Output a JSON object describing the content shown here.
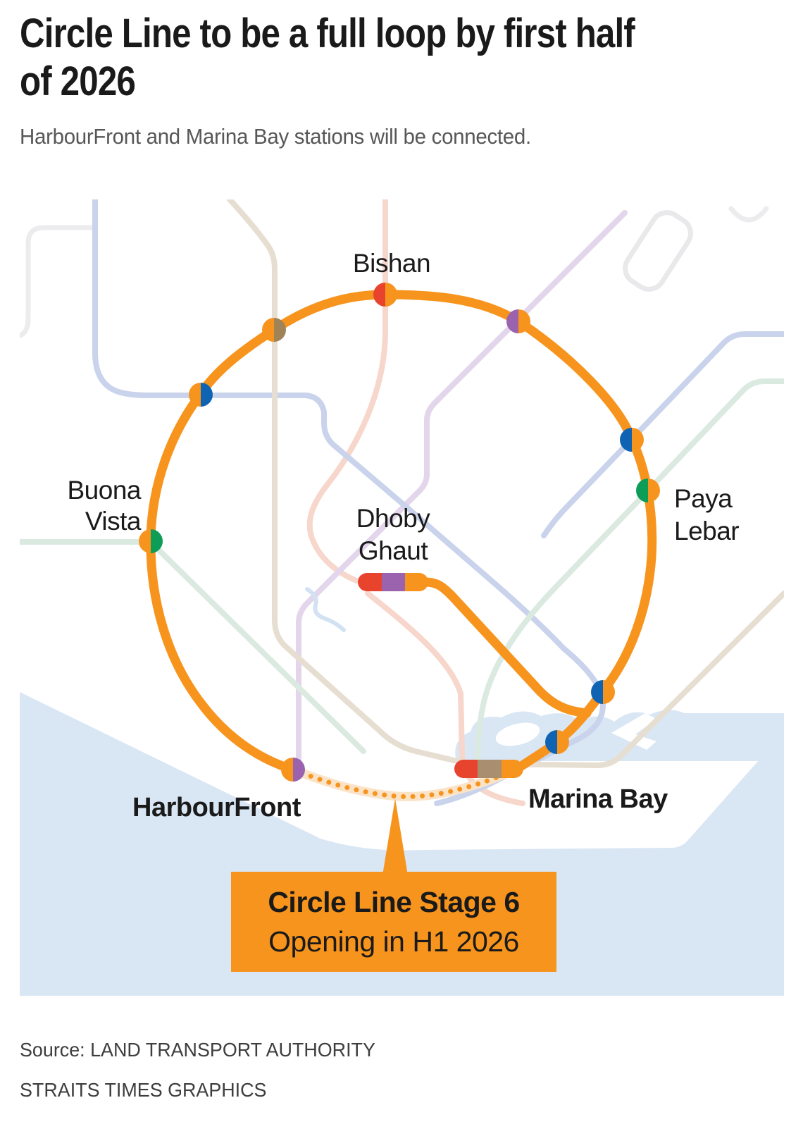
{
  "title": {
    "line1": "Circle Line to be a full loop by first half",
    "line2": "of 2026"
  },
  "subtitle": "HarbourFront and Marina Bay stations will be connected.",
  "map": {
    "stations": {
      "bishan": "Bishan",
      "buona_vista": {
        "line1": "Buona",
        "line2": "Vista"
      },
      "paya_lebar": {
        "line1": "Paya",
        "line2": "Lebar"
      },
      "dhoby_ghaut": {
        "line1": "Dhoby",
        "line2": "Ghaut"
      },
      "harbourfront": "HarbourFront",
      "marina_bay": "Marina Bay"
    },
    "callout": {
      "line1": "Circle Line Stage 6",
      "line2": "Opening in H1 2026"
    }
  },
  "source": {
    "line1": "Source: LAND TRANSPORT AUTHORITY",
    "line2": "STRAITS TIMES GRAPHICS"
  },
  "theme": {
    "circle_line_orange": "#F7941E",
    "ns_line_red": "#E8432C",
    "ne_line_purple": "#9B62AD",
    "dt_line_blue": "#0E63B3",
    "ew_line_green": "#0D9D57",
    "te_line_brown": "#A08356",
    "marina_capsule_brown": "#A98E6F",
    "water_blue": "#D9E6F4",
    "heading_text": "#1A1A1A",
    "subtitle_text": "#575757",
    "source_text": "#3E3E3E"
  }
}
